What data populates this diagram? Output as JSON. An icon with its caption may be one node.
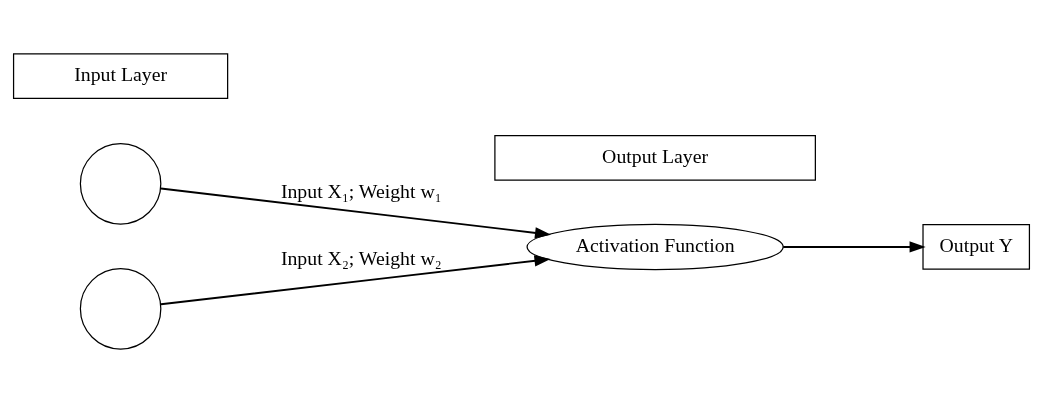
{
  "diagram": {
    "nodes": [
      {
        "text": [],
        "shape": "circle"
      },
      {
        "text": [],
        "shape": "circle"
      },
      {
        "text": [
          "Activation Function"
        ]
      },
      {
        "text": [
          "Output Y"
        ]
      },
      {
        "text": [
          "Input Layer"
        ]
      },
      {
        "text": [
          "Output Layer"
        ]
      }
    ],
    "edges": [
      {
        "from": 0,
        "to": 2,
        "arrow": "to",
        "label": "Input X₁; Weight w₁"
      },
      {
        "from": 1,
        "to": 2,
        "arrow": "to",
        "label": "Input X₂; Weight w₂"
      },
      {
        "from": 2,
        "to": 3,
        "arrow": "to"
      }
    ]
  }
}
